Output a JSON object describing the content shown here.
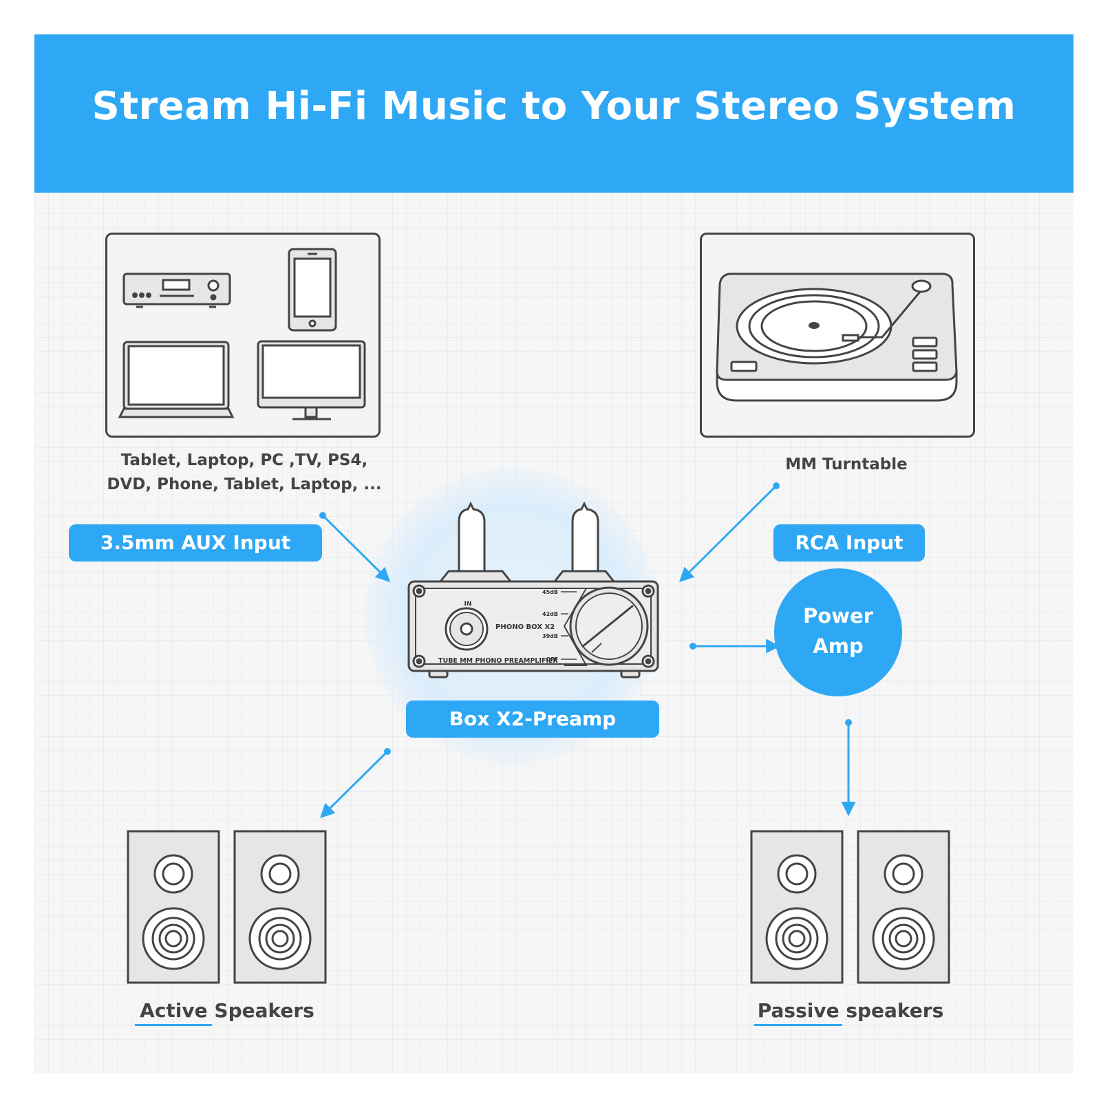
{
  "title": "Stream Hi-Fi Music to Your Stereo System",
  "sources": {
    "digital_caption_line1": "Tablet, Laptop, PC ,TV, PS4,",
    "digital_caption_line2": "DVD, Phone, Tablet, Laptop, ...",
    "turntable_caption": "MM Turntable"
  },
  "inputs": {
    "aux": "3.5mm AUX Input",
    "rca": "RCA Input"
  },
  "preamp": {
    "label": "Box X2-Preamp",
    "front_in": "IN",
    "front_model": "PHONO BOX X2",
    "front_desc": "TUBE MM PHONO PREAMPLIFIER",
    "gain_45": "45dB",
    "gain_42": "42dB",
    "gain_39": "39dB",
    "gain_off": "OFF"
  },
  "amp": {
    "line1": "Power",
    "line2": "Amp"
  },
  "outputs": {
    "active": "Active Speakers",
    "passive": "Passive speakers"
  },
  "colors": {
    "accent": "#2ea8f5",
    "outline": "#444444",
    "fill": "#e6e6e6"
  }
}
